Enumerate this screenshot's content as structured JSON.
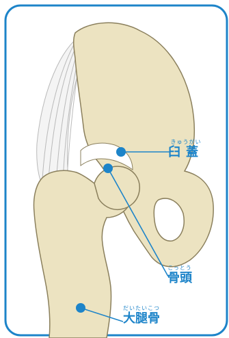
{
  "labels": {
    "acetabulum": {
      "reading": "きゅうがい",
      "text": "臼蓋"
    },
    "femoral_head": {
      "reading": "こっとう",
      "text": "骨頭"
    },
    "femur": {
      "reading": "だいたいこつ",
      "text": "大腿骨"
    }
  },
  "colors": {
    "frame_border": "#1d84c9",
    "leader_line": "#1d84c9",
    "marker_dot": "#1d84c9",
    "bone_fill": "#ece3c1",
    "bone_outline": "#8a7f5c",
    "ligament_fill": "#f4f4f4",
    "ligament_stroke": "#b9b9b9"
  }
}
